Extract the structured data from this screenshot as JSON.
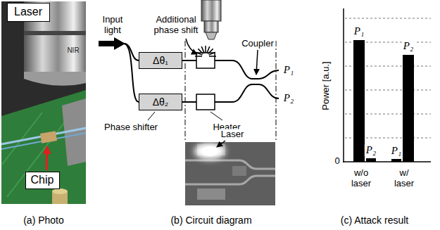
{
  "diagram": {
    "nodes": [
      {
        "text": [
          "Laser"
        ]
      },
      {
        "text": [
          "Chip"
        ]
      },
      {
        "text": [
          "Δθ₁"
        ]
      },
      {
        "text": [
          "Δθ₂"
        ]
      }
    ],
    "labels": [
      "NIR",
      "Input light",
      "Additional phase shift",
      "Coupler",
      "P₁",
      "P₂",
      "Phase shifter",
      "Heater",
      "Laser",
      "Power [a.u.]",
      "P₁",
      "P₂",
      "P₁",
      "P₂",
      "0",
      "w/o laser",
      "w/ laser",
      "(a) Photo",
      "(b) Circuit diagram",
      "(c) Attack result"
    ]
  }
}
